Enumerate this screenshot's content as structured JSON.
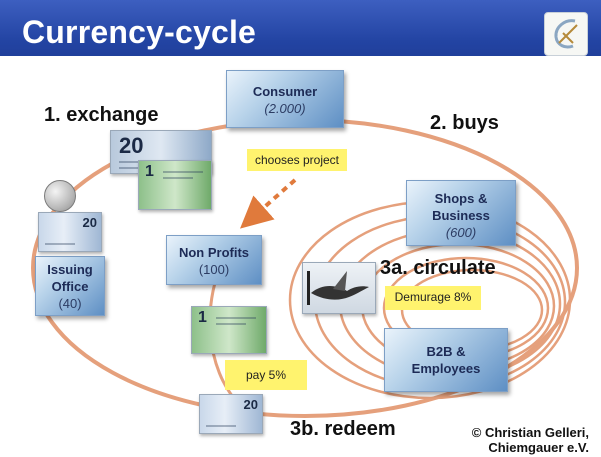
{
  "title": "Currency-cycle",
  "logo_icon": "chiemgauer-logo-icon",
  "colors": {
    "title_bar": "#2344a3",
    "cycle_lines": "#e5a07c",
    "arrow": "#e07a3c",
    "note_fill": "#fff36e",
    "node_fill": "#5e8fc4"
  },
  "nodes": {
    "consumer": {
      "label": "Consumer",
      "sub": "(2.000)"
    },
    "shops": {
      "label": "Shops &\nBusiness",
      "sub": "(600)"
    },
    "nonprofits": {
      "label": "Non Profits",
      "sub": "(100)"
    },
    "issuing": {
      "label": "Issuing\nOffice",
      "sub": "(40)"
    },
    "b2b": {
      "label": "B2B &\nEmployees"
    }
  },
  "labels": {
    "exchange": "1. exchange",
    "buys": "2. buys",
    "circulate": "3a. circulate",
    "redeem": "3b. redeem"
  },
  "notes": {
    "chooses_project": "chooses project",
    "demurage": "Demurage 8%",
    "pay": "pay 5%"
  },
  "banknotes": {
    "euro_20": "20",
    "chiemgauer_20": "20",
    "chiemgauer_1": "1"
  },
  "credit": {
    "line1": "© Christian Gelleri,",
    "line2": "Chiemgauer e.V."
  }
}
